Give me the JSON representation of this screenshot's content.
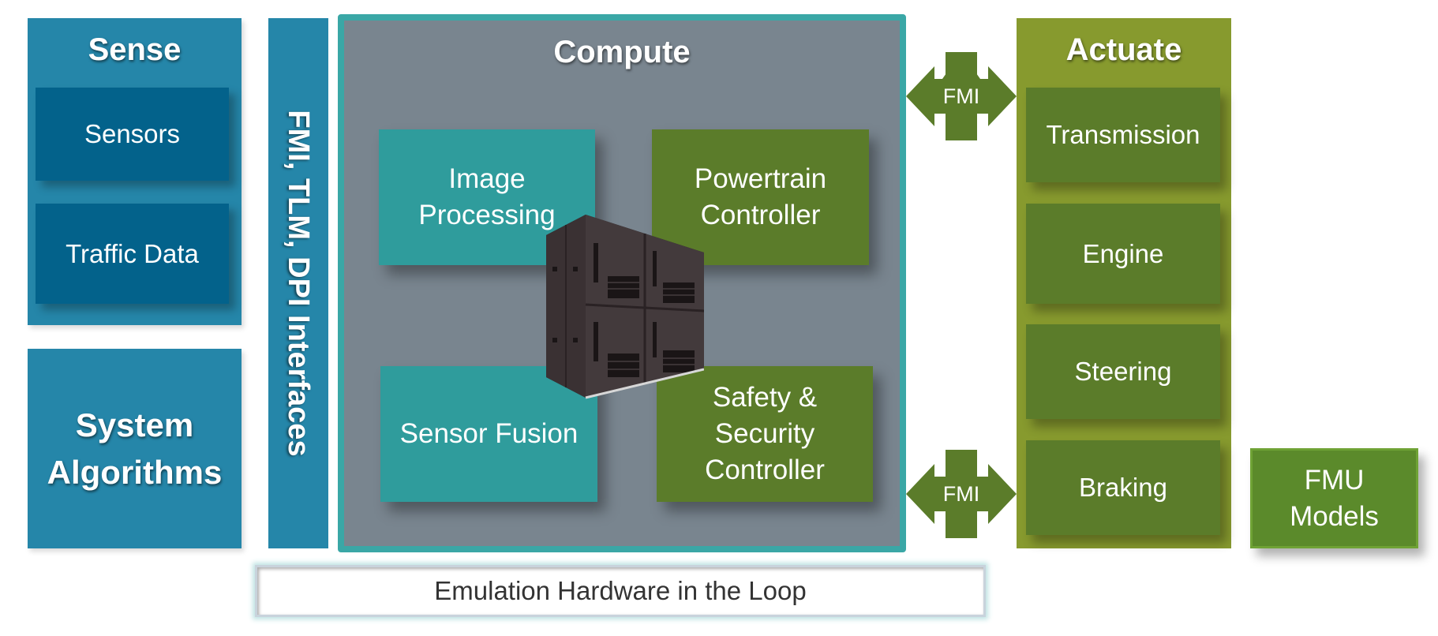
{
  "sense": {
    "title": "Sense",
    "items": [
      "Sensors",
      "Traffic Data"
    ]
  },
  "algorithms": {
    "line1": "System",
    "line2": "Algorithms"
  },
  "interfaces": {
    "label": "FMI, TLM, DPI Interfaces"
  },
  "compute": {
    "title": "Compute",
    "image_processing": {
      "line1": "Image",
      "line2": "Processing"
    },
    "powertrain": {
      "line1": "Powertrain",
      "line2": "Controller"
    },
    "sensor_fusion": "Sensor Fusion",
    "safety": {
      "line1": "Safety &",
      "line2": "Security",
      "line3": "Controller"
    }
  },
  "fmi_arrows": [
    "FMI",
    "FMI"
  ],
  "actuate": {
    "title": "Actuate",
    "items": [
      "Transmission",
      "Engine",
      "Steering",
      "Braking"
    ]
  },
  "fmu": {
    "line1": "FMU",
    "line2": "Models"
  },
  "emulation": {
    "label": "Emulation Hardware in the Loop"
  },
  "colors": {
    "sense_blue": "#2586a9",
    "sense_dark": "#03628b",
    "compute_gray": "#79858f",
    "compute_border": "#3aa7a6",
    "teal": "#2f9c9c",
    "green": "#5b7c2a",
    "actuate_olive": "#879a2e"
  }
}
